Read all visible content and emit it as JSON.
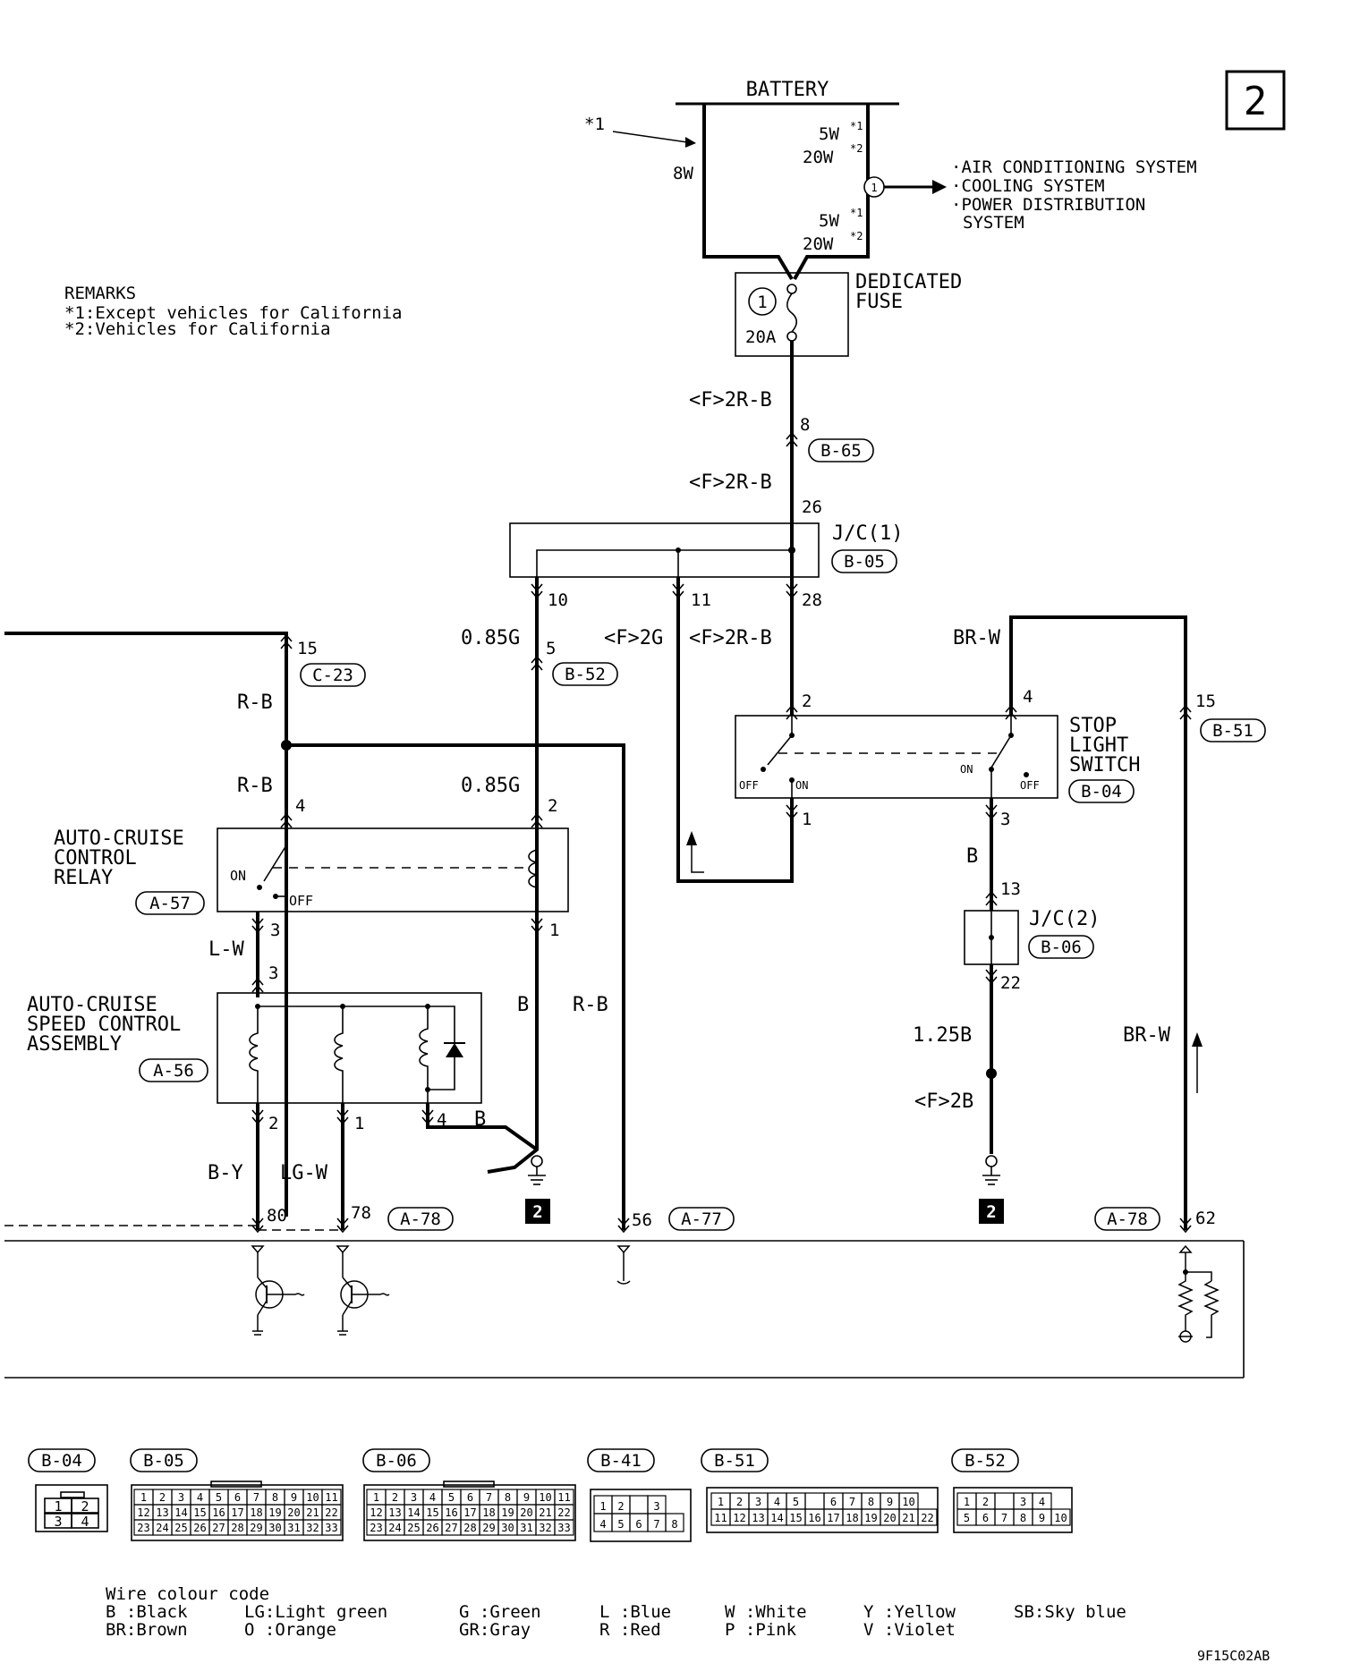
{
  "page_badge": "2",
  "battery": {
    "title": "BATTERY",
    "note_ref": "*1",
    "left_wire": "8W",
    "upper_rating_a": "5W",
    "upper_rating_a_ref": "*1",
    "upper_rating_b": "20W",
    "upper_rating_b_ref": "*2",
    "lower_rating_a": "5W",
    "lower_rating_a_ref": "*1",
    "lower_rating_b": "20W",
    "lower_rating_b_ref": "*2",
    "circle_ref": "1"
  },
  "battery_outputs": [
    "·AIR CONDITIONING SYSTEM",
    "·COOLING SYSTEM",
    "·POWER DISTRIBUTION",
    "SYSTEM"
  ],
  "remarks": {
    "title": "REMARKS",
    "line1": "*1:Except vehicles for California",
    "line2": "*2:Vehicles for California"
  },
  "fuse": {
    "name1": "DEDICATED",
    "name2": "FUSE",
    "number": "1",
    "rating": "20A"
  },
  "wires": {
    "main_1": "<F>2R-B",
    "main_2": "<F>2R-B",
    "main_3": "<F>2R-B",
    "green_f": "<F>2G",
    "g085_a": "0.85G",
    "g085_b": "0.85G",
    "rb_a": "R-B",
    "rb_b": "R-B",
    "rb_c": "R-B",
    "lw": "L-W",
    "b_relay": "B",
    "b_gnd": "B",
    "b_stop": "B",
    "by": "B-Y",
    "lgw": "LG-W",
    "brw_a": "BR-W",
    "brw_b": "BR-W",
    "b125": "1.25B",
    "f2b": "<F>2B"
  },
  "pins": {
    "b65": "8",
    "jc1_in": "26",
    "jc1_10": "10",
    "jc1_11": "11",
    "jc1_28": "28",
    "c23": "15",
    "b52": "5",
    "sw_2": "2",
    "sw_4": "4",
    "sw_1": "1",
    "sw_3": "3",
    "b51": "15",
    "relay_4": "4",
    "relay_2": "2",
    "relay_3": "3",
    "relay_1": "1",
    "asm_3": "3",
    "asm_2": "2",
    "asm_1": "1",
    "asm_4": "4",
    "jc2_13": "13",
    "jc2_22": "22",
    "ecu_80": "80",
    "ecu_78": "78",
    "ecu_56": "56",
    "ecu_62": "62"
  },
  "connectors": {
    "b65": "B-65",
    "b05": "B-05",
    "c23": "C-23",
    "b52": "B-52",
    "b51": "B-51",
    "b04": "B-04",
    "a57": "A-57",
    "a56": "A-56",
    "b06": "B-06",
    "a78_l": "A-78",
    "a77": "A-77",
    "a78_r": "A-78"
  },
  "components": {
    "jc1": "J/C(1)",
    "jc2": "J/C(2)",
    "stop_switch": [
      "STOP",
      "LIGHT",
      "SWITCH"
    ],
    "relay": [
      "AUTO-CRUISE",
      "CONTROL",
      "RELAY"
    ],
    "assembly": [
      "AUTO-CRUISE",
      "SPEED CONTROL",
      "ASSEMBLY"
    ],
    "on": "ON",
    "off": "OFF",
    "ground_badge": "2"
  },
  "connector_views": [
    {
      "label": "B-04",
      "rows": [
        [
          "1",
          "2"
        ],
        [
          "3",
          "4"
        ]
      ]
    },
    {
      "label": "B-05",
      "rows": [
        [
          "1",
          "2",
          "3",
          "4",
          "5",
          "6",
          "7",
          "8",
          "9",
          "10",
          "11"
        ],
        [
          "12",
          "13",
          "14",
          "15",
          "16",
          "17",
          "18",
          "19",
          "20",
          "21",
          "22"
        ],
        [
          "23",
          "24",
          "25",
          "26",
          "27",
          "28",
          "29",
          "30",
          "31",
          "32",
          "33"
        ]
      ]
    },
    {
      "label": "B-06",
      "rows": [
        [
          "1",
          "2",
          "3",
          "4",
          "5",
          "6",
          "7",
          "8",
          "9",
          "10",
          "11"
        ],
        [
          "12",
          "13",
          "14",
          "15",
          "16",
          "17",
          "18",
          "19",
          "20",
          "21",
          "22"
        ],
        [
          "23",
          "24",
          "25",
          "26",
          "27",
          "28",
          "29",
          "30",
          "31",
          "32",
          "33"
        ]
      ]
    },
    {
      "label": "B-41",
      "rows": [
        [
          "1",
          "2",
          "",
          "3"
        ],
        [
          "4",
          "5",
          "6",
          "7",
          "8"
        ]
      ]
    },
    {
      "label": "B-51",
      "rows": [
        [
          "1",
          "2",
          "3",
          "4",
          "5",
          "",
          "6",
          "7",
          "8",
          "9",
          "10"
        ],
        [
          "11",
          "12",
          "13",
          "14",
          "15",
          "16",
          "17",
          "18",
          "19",
          "20",
          "21",
          "22"
        ]
      ]
    },
    {
      "label": "B-52",
      "rows": [
        [
          "1",
          "2",
          "",
          "3",
          "4"
        ],
        [
          "5",
          "6",
          "7",
          "8",
          "9",
          "10"
        ]
      ]
    }
  ],
  "colour_code": {
    "title": "Wire colour code",
    "row1": [
      "B :Black",
      "LG:Light green",
      "G :Green",
      "L :Blue",
      "W :White",
      "Y :Yellow",
      "SB:Sky blue"
    ],
    "row2": [
      "BR:Brown",
      "O :Orange",
      "GR:Gray",
      "R :Red",
      "P :Pink",
      "V :Violet"
    ]
  },
  "figure_code": "9F15C02AB"
}
